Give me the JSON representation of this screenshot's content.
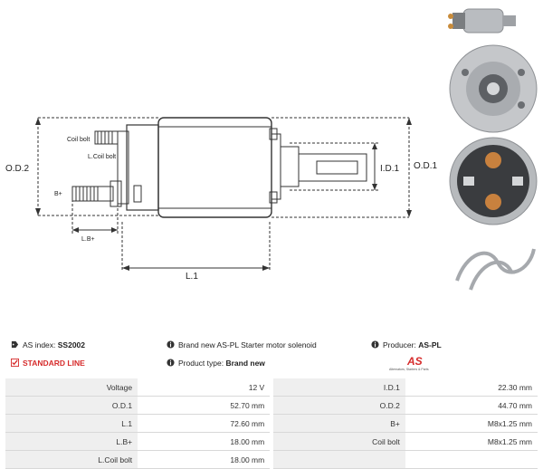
{
  "drawing": {
    "labels": {
      "od2": "O.D.2",
      "od1": "O.D.1",
      "id1": "I.D.1",
      "l1": "L.1",
      "lb": "L.B+",
      "bplus": "B+",
      "coil_bolt": "Coil bolt",
      "lcoil_bolt": "L.Coil bolt"
    }
  },
  "info": {
    "as_index_label": "AS index:",
    "as_index_value": "SS2002",
    "description": "Brand new AS-PL Starter motor solenoid",
    "producer_label": "Producer:",
    "producer_value": "AS-PL",
    "standard_line": "STANDARD LINE",
    "product_type_label": "Product type:",
    "product_type_value": "Brand new",
    "logo_text": "AS",
    "logo_subtext": "Alternators, Starters & Parts",
    "accent_color": "#d62b2b"
  },
  "specs": [
    {
      "l1": "Voltage",
      "v1": "12 V",
      "l2": "I.D.1",
      "v2": "22.30 mm"
    },
    {
      "l1": "O.D.1",
      "v1": "52.70 mm",
      "l2": "O.D.2",
      "v2": "44.70 mm"
    },
    {
      "l1": "L.1",
      "v1": "72.60 mm",
      "l2": "B+",
      "v2": "M8x1.25 mm"
    },
    {
      "l1": "L.B+",
      "v1": "18.00 mm",
      "l2": "Coil bolt",
      "v2": "M8x1.25 mm"
    },
    {
      "l1": "L.Coil bolt",
      "v1": "18.00 mm",
      "l2": "",
      "v2": ""
    }
  ]
}
